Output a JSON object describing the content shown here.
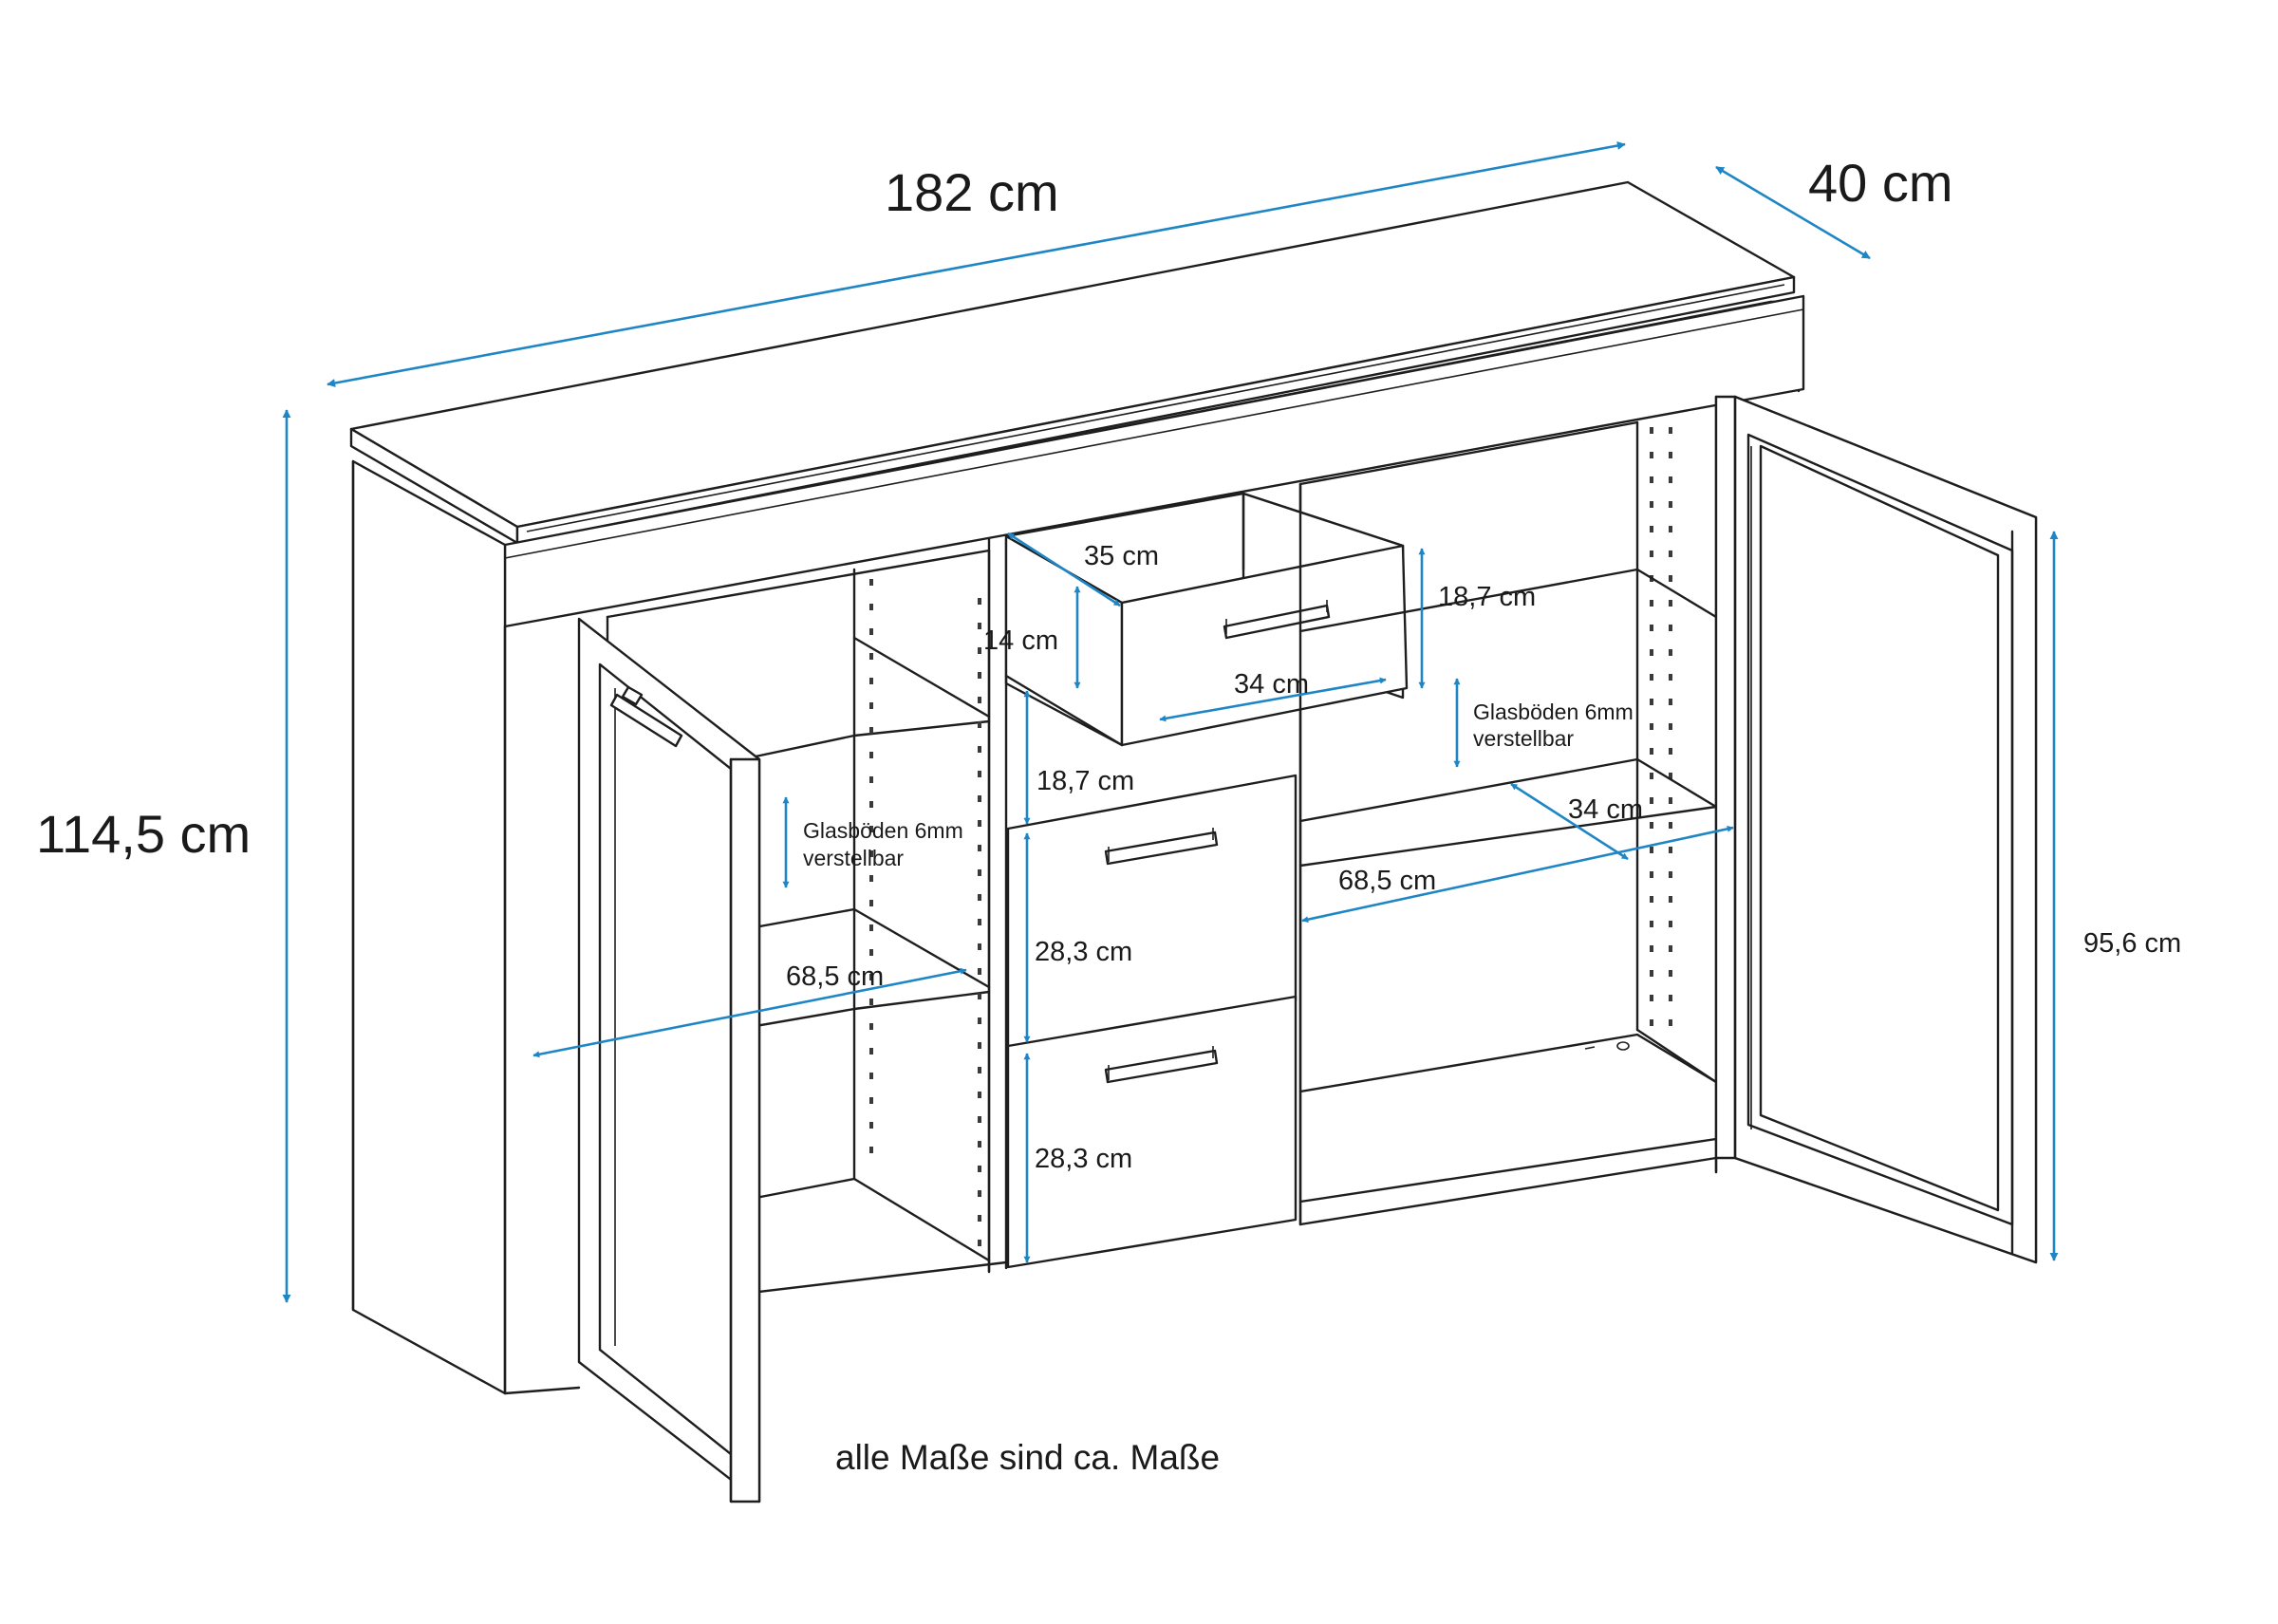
{
  "colors": {
    "dimension_arrow": "#1f86c6",
    "outline": "#1e1e1e",
    "background": "#ffffff"
  },
  "dimensions": {
    "overall_width": "182 cm",
    "overall_depth": "40 cm",
    "overall_height": "114,5 cm",
    "door_height": "95,6 cm",
    "drawer_front_width": "35 cm",
    "drawer_inner_depth": "34 cm",
    "drawer_inner_height": "14 cm",
    "drawer_top_height": "18,7 cm",
    "drawer_open_height": "18,7 cm",
    "drawer_upper_front_height": "18,7 cm",
    "drawer_middle_height": "28,3 cm",
    "drawer_bottom_height": "28,3 cm",
    "left_compartment_width": "68,5 cm",
    "right_compartment_width": "68,5 cm",
    "right_compartment_depth": "34 cm"
  },
  "shelf_notes": {
    "left": {
      "line1": "Glasböden 6mm",
      "line2": "verstellbar"
    },
    "right": {
      "line1": "Glasböden 6mm",
      "line2": "verstellbar"
    }
  },
  "footnote": "alle Maße sind ca. Maße"
}
